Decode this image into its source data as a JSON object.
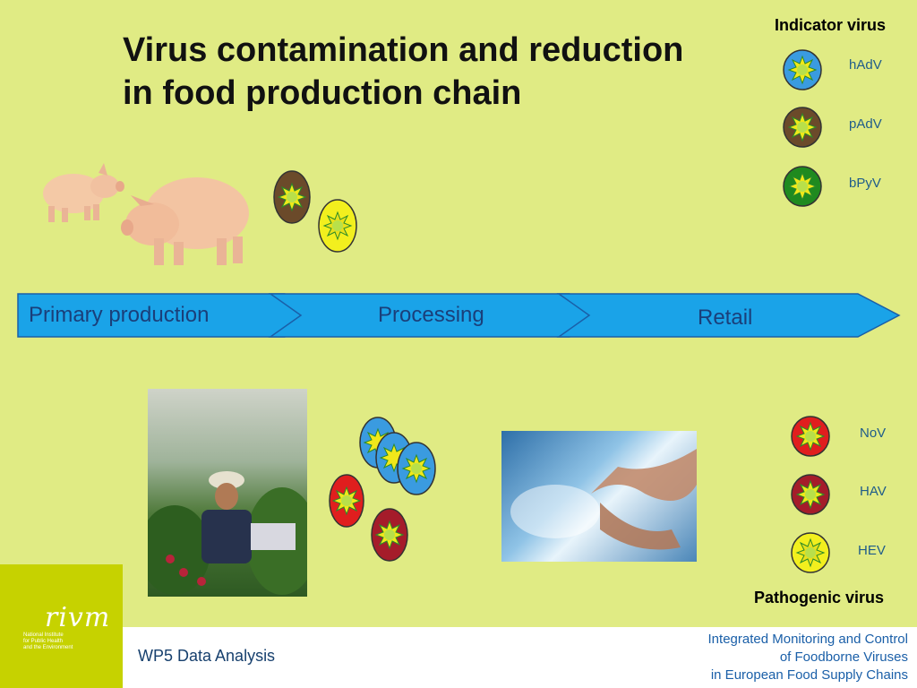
{
  "slide": {
    "title_line1": "Virus contamination and reduction",
    "title_line2": "in food production chain"
  },
  "indicator_legend": {
    "heading": "Indicator virus",
    "items": [
      {
        "label": "hAdV",
        "color": "#3a9be0"
      },
      {
        "label": "pAdV",
        "color": "#6b4a2a"
      },
      {
        "label": "bPyV",
        "color": "#1f8a1f"
      }
    ]
  },
  "pathogenic_legend": {
    "heading": "Pathogenic virus",
    "items": [
      {
        "label": "NoV",
        "color": "#e01e1e"
      },
      {
        "label": "HAV",
        "color": "#a51c2a"
      },
      {
        "label": "HEV",
        "color": "#f2ef1e"
      }
    ]
  },
  "chain": {
    "stages": [
      "Primary production",
      "Processing",
      "Retail"
    ],
    "arrow_color": "#1aa3e8"
  },
  "footer": {
    "left_label": "WP5 Data Analysis",
    "project_line1": "Integrated Monitoring and Control",
    "project_line2": "of Foodborne Viruses",
    "project_line3": "in European Food Supply Chains"
  },
  "logo": {
    "name": "rivm",
    "line1": "National Institute",
    "line2": "for Public Health",
    "line3": "and the Environment"
  }
}
